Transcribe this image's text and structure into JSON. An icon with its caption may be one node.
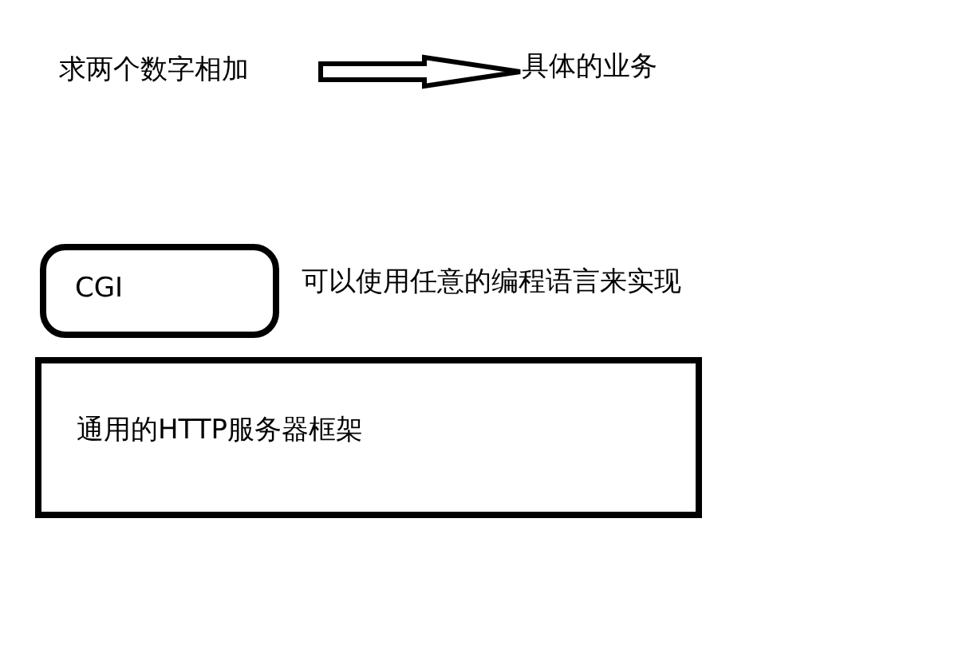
{
  "diagram": {
    "nodes": [
      {
        "text": [
          "求两个数字相加"
        ]
      },
      {
        "text": [
          "具体的业务"
        ]
      },
      {
        "text": [
          "CGI"
        ],
        "beside": [
          "可以使用任意的编程语言来实现"
        ]
      },
      {
        "text": [
          "通用的HTTP服务器框架"
        ]
      }
    ],
    "edges": [
      {
        "from": 0,
        "to": 1,
        "arrow": "to"
      }
    ]
  }
}
